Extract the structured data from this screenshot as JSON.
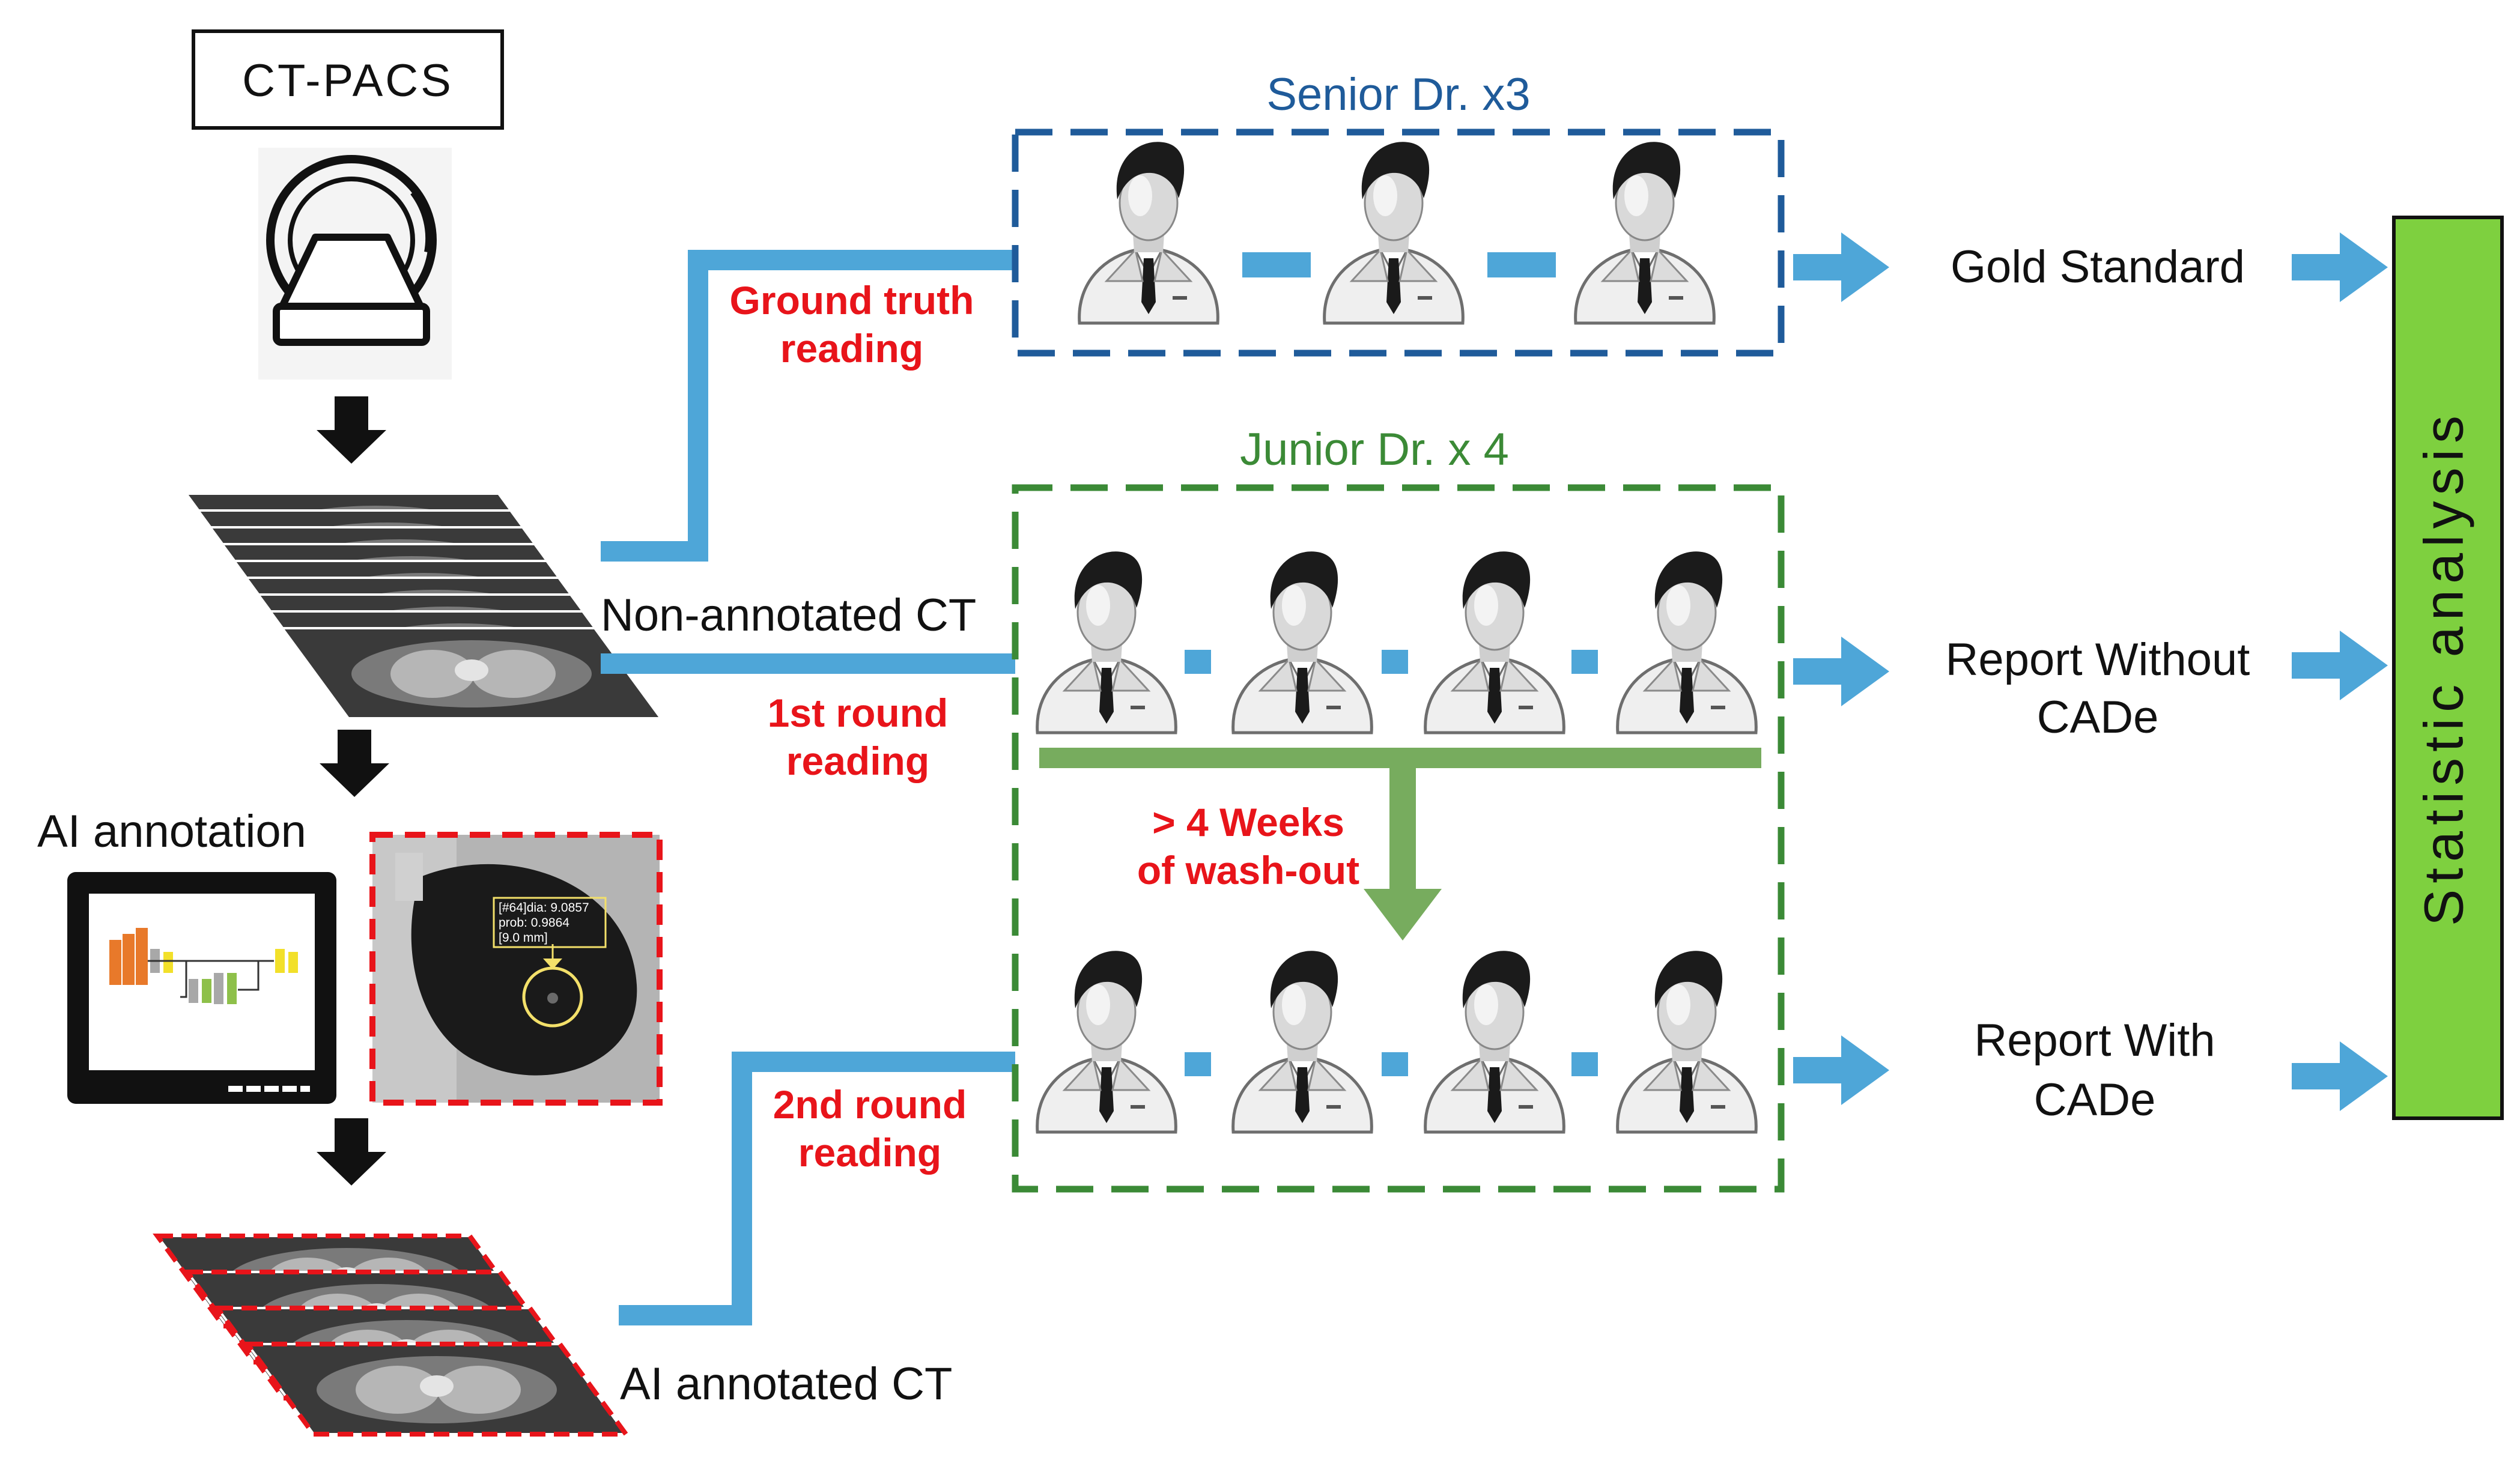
{
  "source_labels": {
    "ct_pacs": "CT-PACS",
    "ai_annotation": "AI annotation",
    "non_annotated_ct": "Non-annotated CT",
    "ai_annotated_ct": "AI annotated CT"
  },
  "ai_box_text": [
    "[#64]dia: 9.0857",
    "prob: 0.9864",
    "[9.0 mm]"
  ],
  "groups": {
    "senior": {
      "title": "Senior Dr. x3",
      "count": 3
    },
    "junior": {
      "title": "Junior Dr. x 4",
      "count": 4
    }
  },
  "readings": {
    "ground_truth": [
      "Ground truth",
      "reading"
    ],
    "first_round": [
      "1st round",
      "reading"
    ],
    "second_round": [
      "2nd round",
      "reading"
    ],
    "washout": [
      "> 4 Weeks",
      "of wash-out"
    ]
  },
  "outputs": {
    "gold": "Gold Standard",
    "without": [
      "Report Without",
      "CADe"
    ],
    "with": [
      "Report With",
      "CADe"
    ]
  },
  "analysis": "Statistic analysis",
  "colors": {
    "blue_connector": "#4ea6d8",
    "senior_dash": "#1f5b9a",
    "junior_dash": "#3b8a36",
    "washout_green": "#77ac5e",
    "analysis_fill": "#7ed03f",
    "reading_red": "#e8141a"
  }
}
